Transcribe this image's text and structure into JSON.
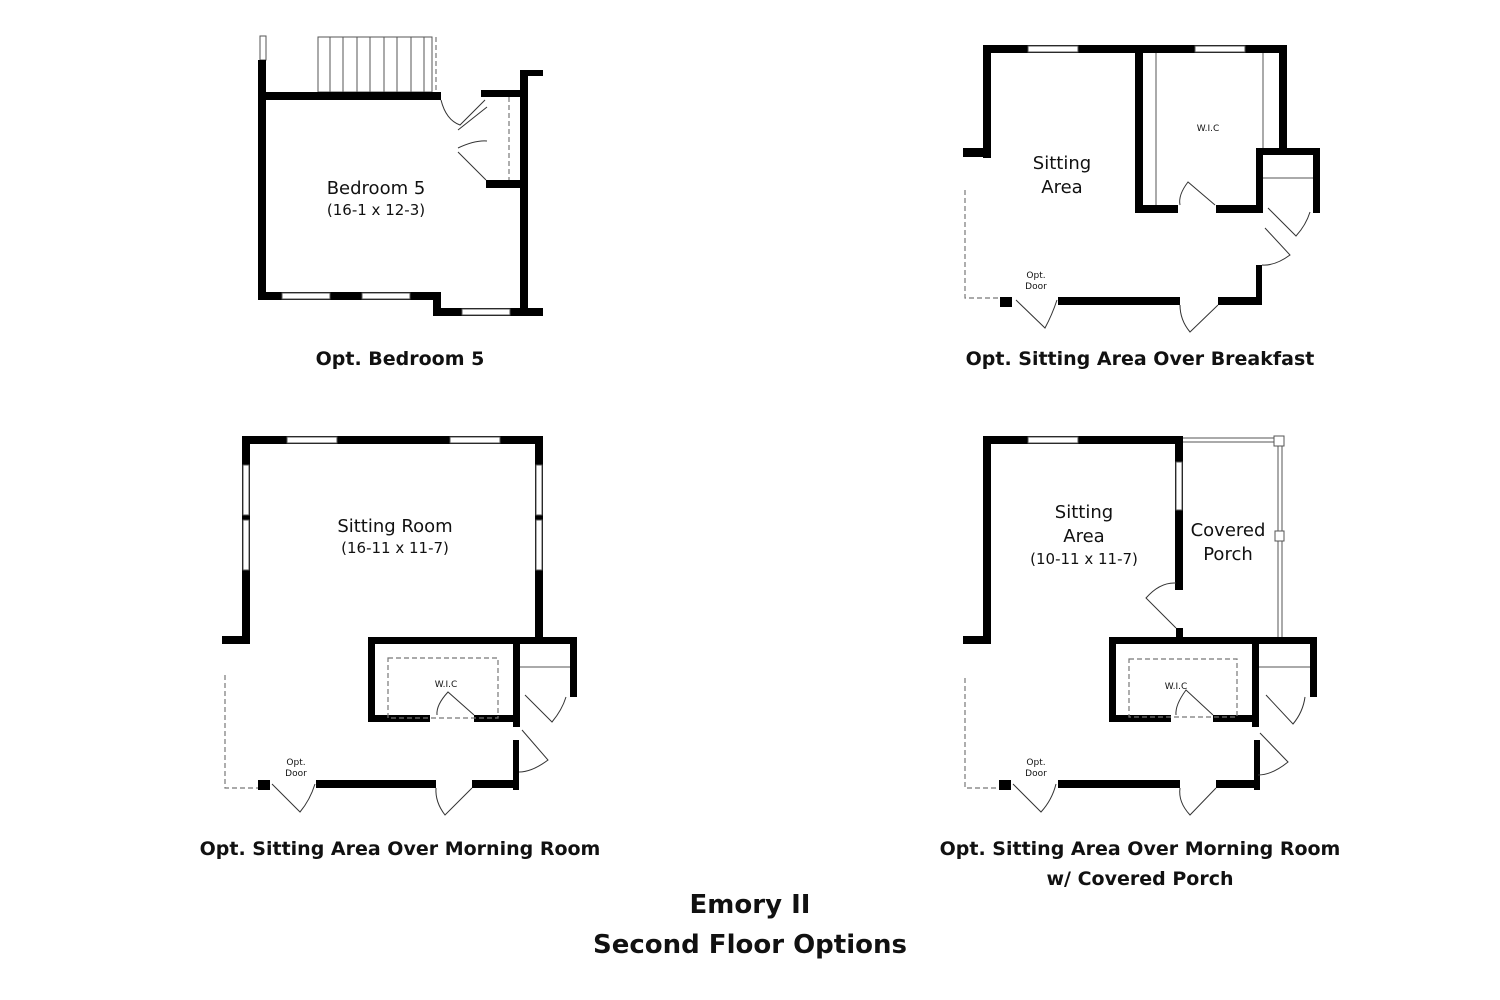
{
  "plans": [
    {
      "caption": "Opt. Bedroom 5",
      "room": "Bedroom 5",
      "dims": "(16-1 x 12-3)"
    },
    {
      "caption": "Opt. Sitting Area Over Breakfast",
      "room_line1": "Sitting",
      "room_line2": "Area",
      "closet": "W.I.C",
      "opt_door_1": "Opt.",
      "opt_door_2": "Door"
    },
    {
      "caption": "Opt. Sitting Area Over Morning Room",
      "room": "Sitting Room",
      "dims": "(16-11 x 11-7)",
      "closet": "W.I.C",
      "opt_door_1": "Opt.",
      "opt_door_2": "Door"
    },
    {
      "caption_line1": "Opt. Sitting Area Over Morning Room",
      "caption_line2": "w/ Covered Porch",
      "room_line1": "Sitting",
      "room_line2": "Area",
      "dims": "(10-11 x 11-7)",
      "porch_line1": "Covered",
      "porch_line2": "Porch",
      "closet": "W.I.C",
      "opt_door_1": "Opt.",
      "opt_door_2": "Door"
    }
  ],
  "title": {
    "line1": "Emory II",
    "line2": "Second Floor Options"
  }
}
